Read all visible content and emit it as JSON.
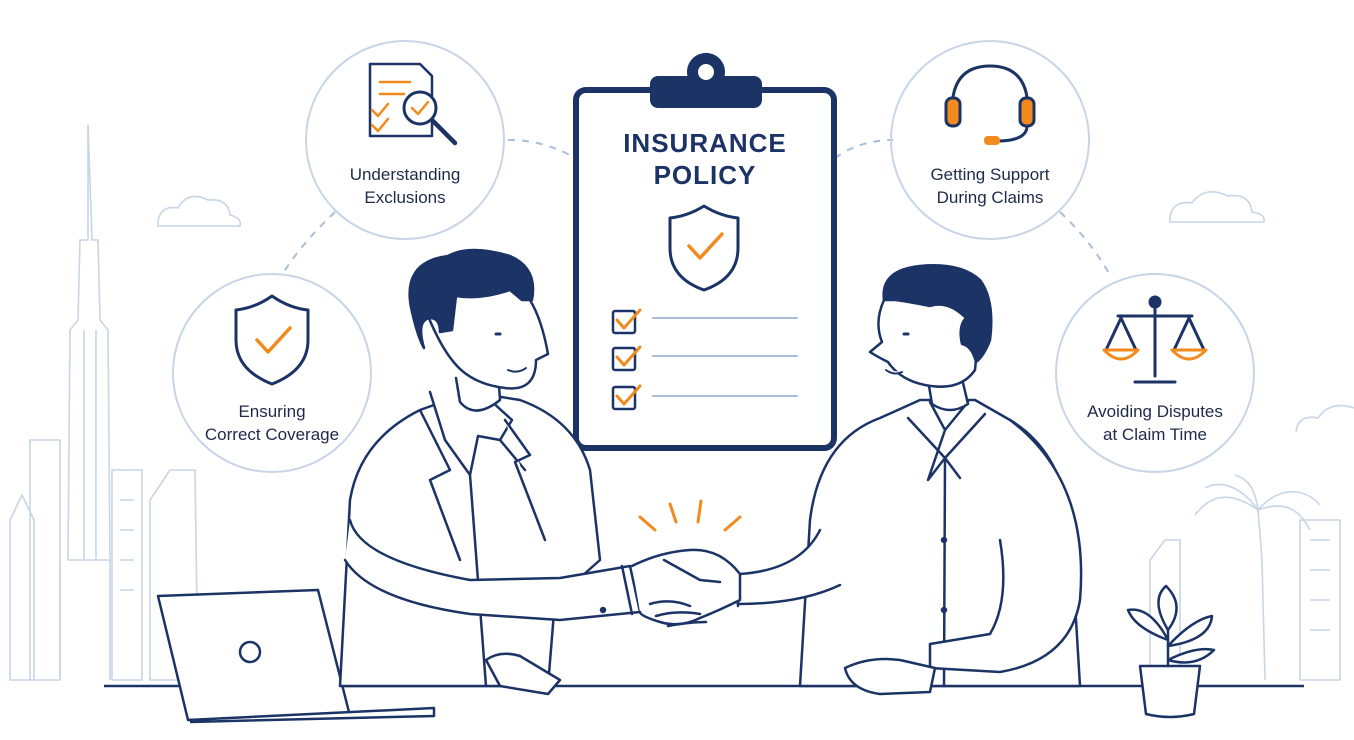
{
  "colors": {
    "navy": "#1c3366",
    "accent": "#f28a1e",
    "line": "#a9bfd8",
    "light": "#c7d5e6"
  },
  "policy": {
    "title_line1": "INSURANCE",
    "title_line2": "POLICY",
    "icon": "shield-check-icon",
    "checklist_count_shown": 3
  },
  "topics": [
    {
      "line1": "Understanding",
      "line2": "Exclusions",
      "icon": "document-search-icon"
    },
    {
      "line1": "Ensuring",
      "line2": "Correct Coverage",
      "icon": "shield-check-icon"
    },
    {
      "line1": "Getting Support",
      "line2": "During Claims",
      "icon": "headset-icon"
    },
    {
      "line1": "Avoiding Disputes",
      "line2": "at Claim Time",
      "icon": "scales-icon"
    }
  ]
}
